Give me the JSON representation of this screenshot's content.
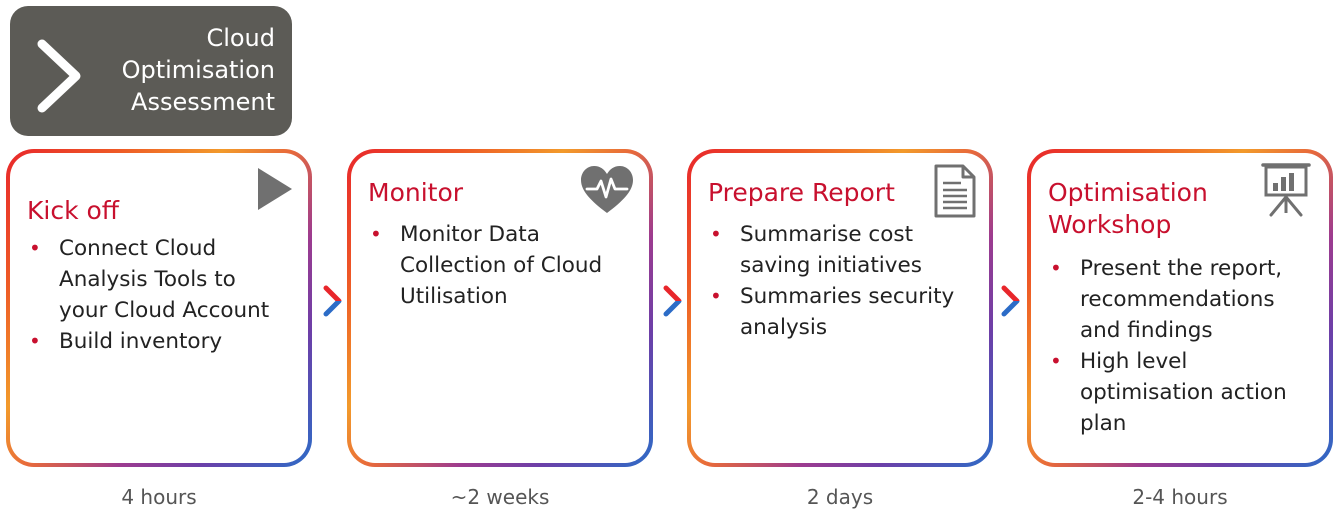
{
  "header": {
    "title_lines": [
      "Cloud",
      "Optimisation",
      "Assessment"
    ]
  },
  "stages": [
    {
      "title_lines": [
        "Kick off"
      ],
      "icon": "play-icon",
      "bullets": [
        {
          "lines": [
            "Connect Cloud",
            "Analysis Tools to",
            "your Cloud Account"
          ]
        },
        {
          "lines": [
            "Build inventory"
          ]
        }
      ],
      "duration": "4 hours"
    },
    {
      "title_lines": [
        "Monitor"
      ],
      "icon": "heart-pulse-icon",
      "bullets": [
        {
          "lines": [
            "Monitor Data",
            "Collection of  Cloud",
            "Utilisation"
          ]
        }
      ],
      "duration": "~2 weeks"
    },
    {
      "title_lines": [
        "Prepare Report"
      ],
      "icon": "document-icon",
      "bullets": [
        {
          "lines": [
            "Summarise cost",
            "saving initiatives"
          ]
        },
        {
          "lines": [
            "Summaries security",
            "analysis"
          ]
        }
      ],
      "duration": "2 days"
    },
    {
      "title_lines": [
        "Optimisation",
        "Workshop"
      ],
      "icon": "presentation-board-icon",
      "bullets": [
        {
          "lines": [
            "Present the report,",
            "recommendations",
            "and findings"
          ]
        },
        {
          "lines": [
            "High level",
            "optimisation action",
            "plan"
          ]
        }
      ],
      "duration": "2-4 hours"
    }
  ],
  "colors": {
    "accent_red": "#c8102e",
    "header_bg": "#5c5b56",
    "icon_gray": "#707070",
    "connector_top": "#e8262b",
    "connector_bottom": "#2c6cc7"
  }
}
